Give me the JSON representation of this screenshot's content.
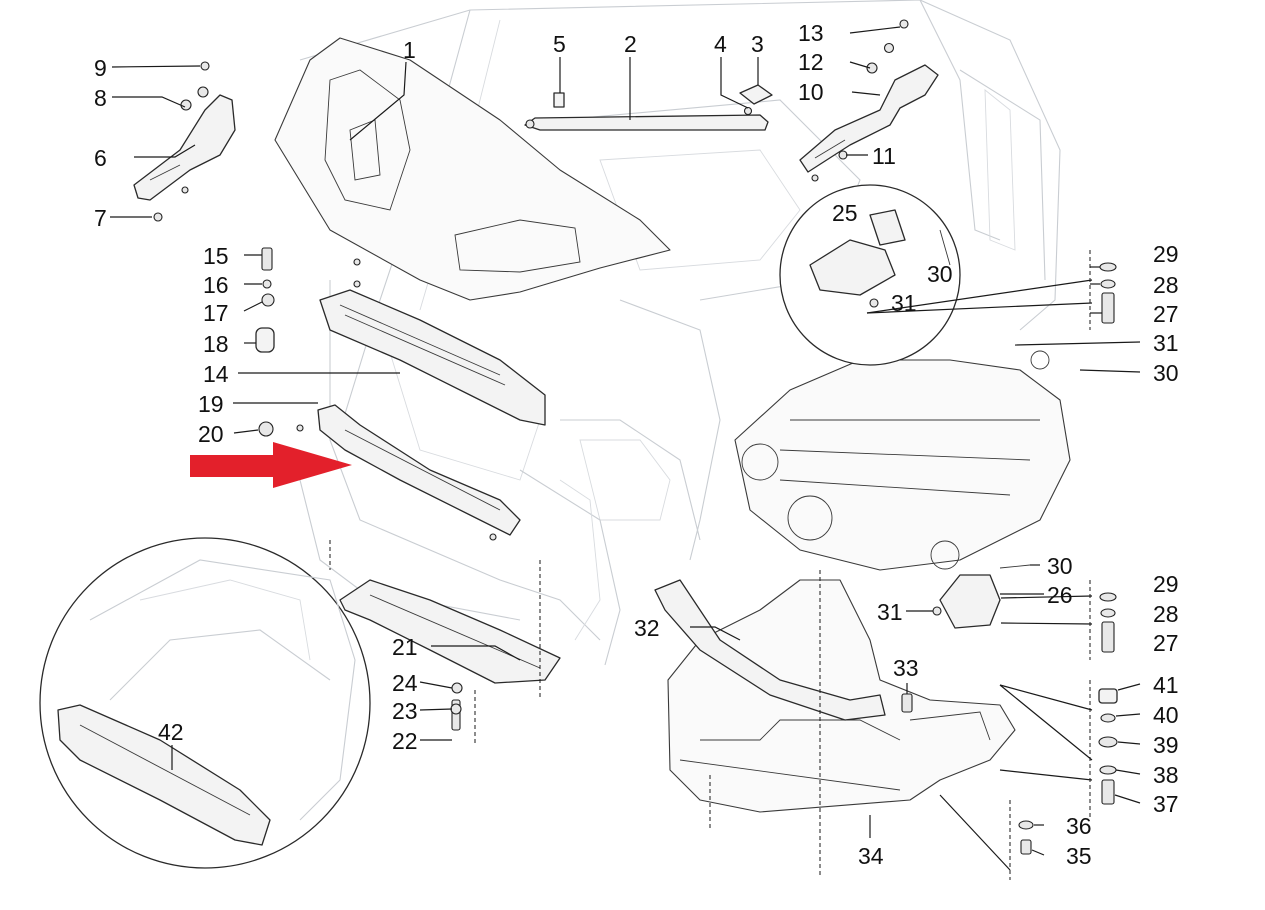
{
  "figure": {
    "callouts": [
      {
        "id": "c1",
        "label": "1"
      },
      {
        "id": "c2",
        "label": "2"
      },
      {
        "id": "c3",
        "label": "3"
      },
      {
        "id": "c4",
        "label": "4"
      },
      {
        "id": "c5",
        "label": "5"
      },
      {
        "id": "c6",
        "label": "6"
      },
      {
        "id": "c7",
        "label": "7"
      },
      {
        "id": "c8",
        "label": "8"
      },
      {
        "id": "c9",
        "label": "9"
      },
      {
        "id": "c10",
        "label": "10"
      },
      {
        "id": "c11",
        "label": "11"
      },
      {
        "id": "c12",
        "label": "12"
      },
      {
        "id": "c13",
        "label": "13"
      },
      {
        "id": "c14",
        "label": "14"
      },
      {
        "id": "c15",
        "label": "15"
      },
      {
        "id": "c16",
        "label": "16"
      },
      {
        "id": "c17",
        "label": "17"
      },
      {
        "id": "c18",
        "label": "18"
      },
      {
        "id": "c19",
        "label": "19"
      },
      {
        "id": "c20",
        "label": "20"
      },
      {
        "id": "c21",
        "label": "21"
      },
      {
        "id": "c22",
        "label": "22"
      },
      {
        "id": "c23",
        "label": "23"
      },
      {
        "id": "c24",
        "label": "24"
      },
      {
        "id": "c25",
        "label": "25"
      },
      {
        "id": "c26",
        "label": "26"
      },
      {
        "id": "c27a",
        "label": "27"
      },
      {
        "id": "c27b",
        "label": "27"
      },
      {
        "id": "c28a",
        "label": "28"
      },
      {
        "id": "c28b",
        "label": "28"
      },
      {
        "id": "c29a",
        "label": "29"
      },
      {
        "id": "c29b",
        "label": "29"
      },
      {
        "id": "c30a",
        "label": "30"
      },
      {
        "id": "c30b",
        "label": "30"
      },
      {
        "id": "c30c",
        "label": "30"
      },
      {
        "id": "c31a",
        "label": "31"
      },
      {
        "id": "c31b",
        "label": "31"
      },
      {
        "id": "c31c",
        "label": "31"
      },
      {
        "id": "c32",
        "label": "32"
      },
      {
        "id": "c33",
        "label": "33"
      },
      {
        "id": "c34",
        "label": "34"
      },
      {
        "id": "c35",
        "label": "35"
      },
      {
        "id": "c36",
        "label": "36"
      },
      {
        "id": "c37",
        "label": "37"
      },
      {
        "id": "c38",
        "label": "38"
      },
      {
        "id": "c39",
        "label": "39"
      },
      {
        "id": "c40",
        "label": "40"
      },
      {
        "id": "c41",
        "label": "41"
      },
      {
        "id": "c42",
        "label": "42"
      }
    ],
    "highlight_arrow": {
      "color": "#e3202b",
      "points_to": "19"
    }
  }
}
